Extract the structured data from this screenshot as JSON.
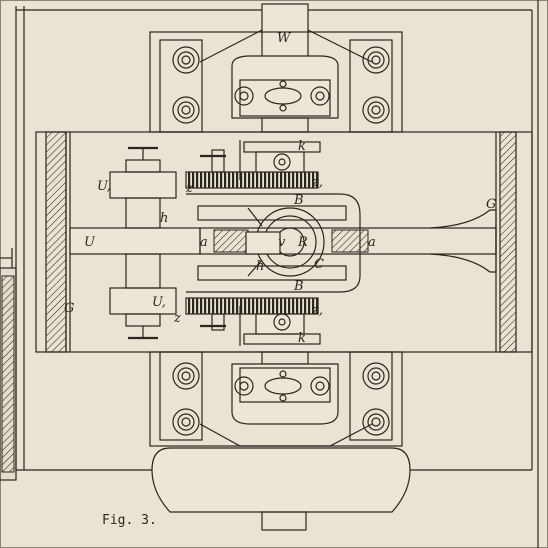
{
  "figure": {
    "caption": "Fig. 3.",
    "labels": {
      "W": "W",
      "G": "G",
      "U": "U",
      "U1": "U,",
      "h": "h",
      "a": "a",
      "v": "v",
      "R": "R",
      "B": "B",
      "C": "C",
      "k": "k",
      "z": "z",
      "z1": "z,"
    }
  }
}
